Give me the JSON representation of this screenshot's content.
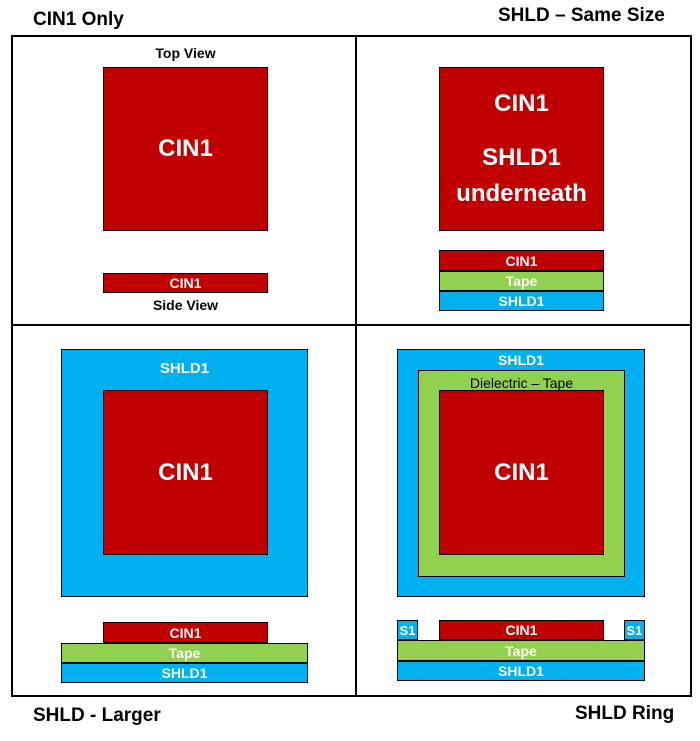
{
  "corners": {
    "top_left": "CIN1 Only",
    "top_right": "SHLD – Same Size",
    "bottom_left": "SHLD - Larger",
    "bottom_right": "SHLD Ring"
  },
  "panel_cin1_only": {
    "top_view_caption": "Top View",
    "square_label": "CIN1",
    "side_bar_label": "CIN1",
    "side_view_caption": "Side View"
  },
  "panel_same_size": {
    "square_line1": "CIN1",
    "square_line2": "SHLD1",
    "square_line3": "underneath",
    "side_cin": "CIN1",
    "side_tape": "Tape",
    "side_shld": "SHLD1"
  },
  "panel_larger": {
    "outer_label": "SHLD1",
    "inner_label": "CIN1",
    "side_cin": "CIN1",
    "side_tape": "Tape",
    "side_shld": "SHLD1"
  },
  "panel_ring": {
    "outer_label": "SHLD1",
    "middle_label": "Dielectric – Tape",
    "inner_label": "CIN1",
    "side_s1_left": "S1",
    "side_cin": "CIN1",
    "side_s1_right": "S1",
    "side_tape": "Tape",
    "side_shld": "SHLD1"
  },
  "colors": {
    "cin": "#c00000",
    "shield": "#00b0f0",
    "tape": "#92d050"
  }
}
